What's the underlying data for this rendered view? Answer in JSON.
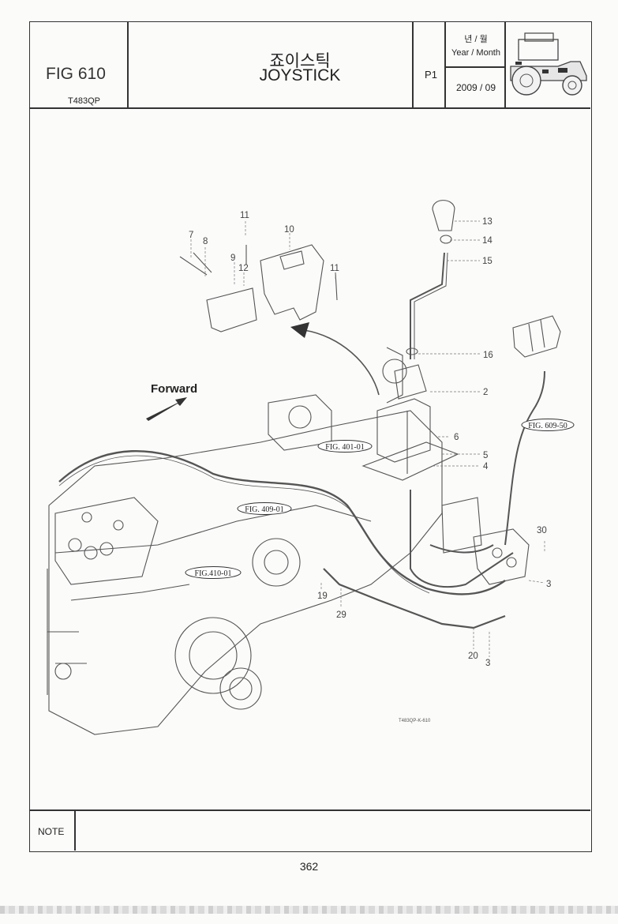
{
  "header": {
    "fig_number": "FIG 610",
    "model_code": "T483QP",
    "title_korean": "죠이스틱",
    "title_english": "JOYSTICK",
    "page_code": "P1",
    "year_month_korean": "년 / 월",
    "year_month_english": "Year / Month",
    "date": "2009  / 09",
    "thumbnail_icon": "tractor-icon"
  },
  "diagram": {
    "direction_label": "Forward",
    "drawing_code": "T483QP-K-610",
    "figure_references": [
      "FIG. 401-01",
      "FIG. 409-01",
      "FIG.410-01",
      "FIG. 609-50"
    ],
    "callouts": [
      "11",
      "10",
      "7",
      "8",
      "9",
      "12",
      "11",
      "13",
      "14",
      "15",
      "16",
      "2",
      "6",
      "5",
      "4",
      "30",
      "3",
      "19",
      "29",
      "20",
      "3"
    ]
  },
  "footer": {
    "note_label": "NOTE",
    "note_text": "",
    "page_number": "362"
  }
}
